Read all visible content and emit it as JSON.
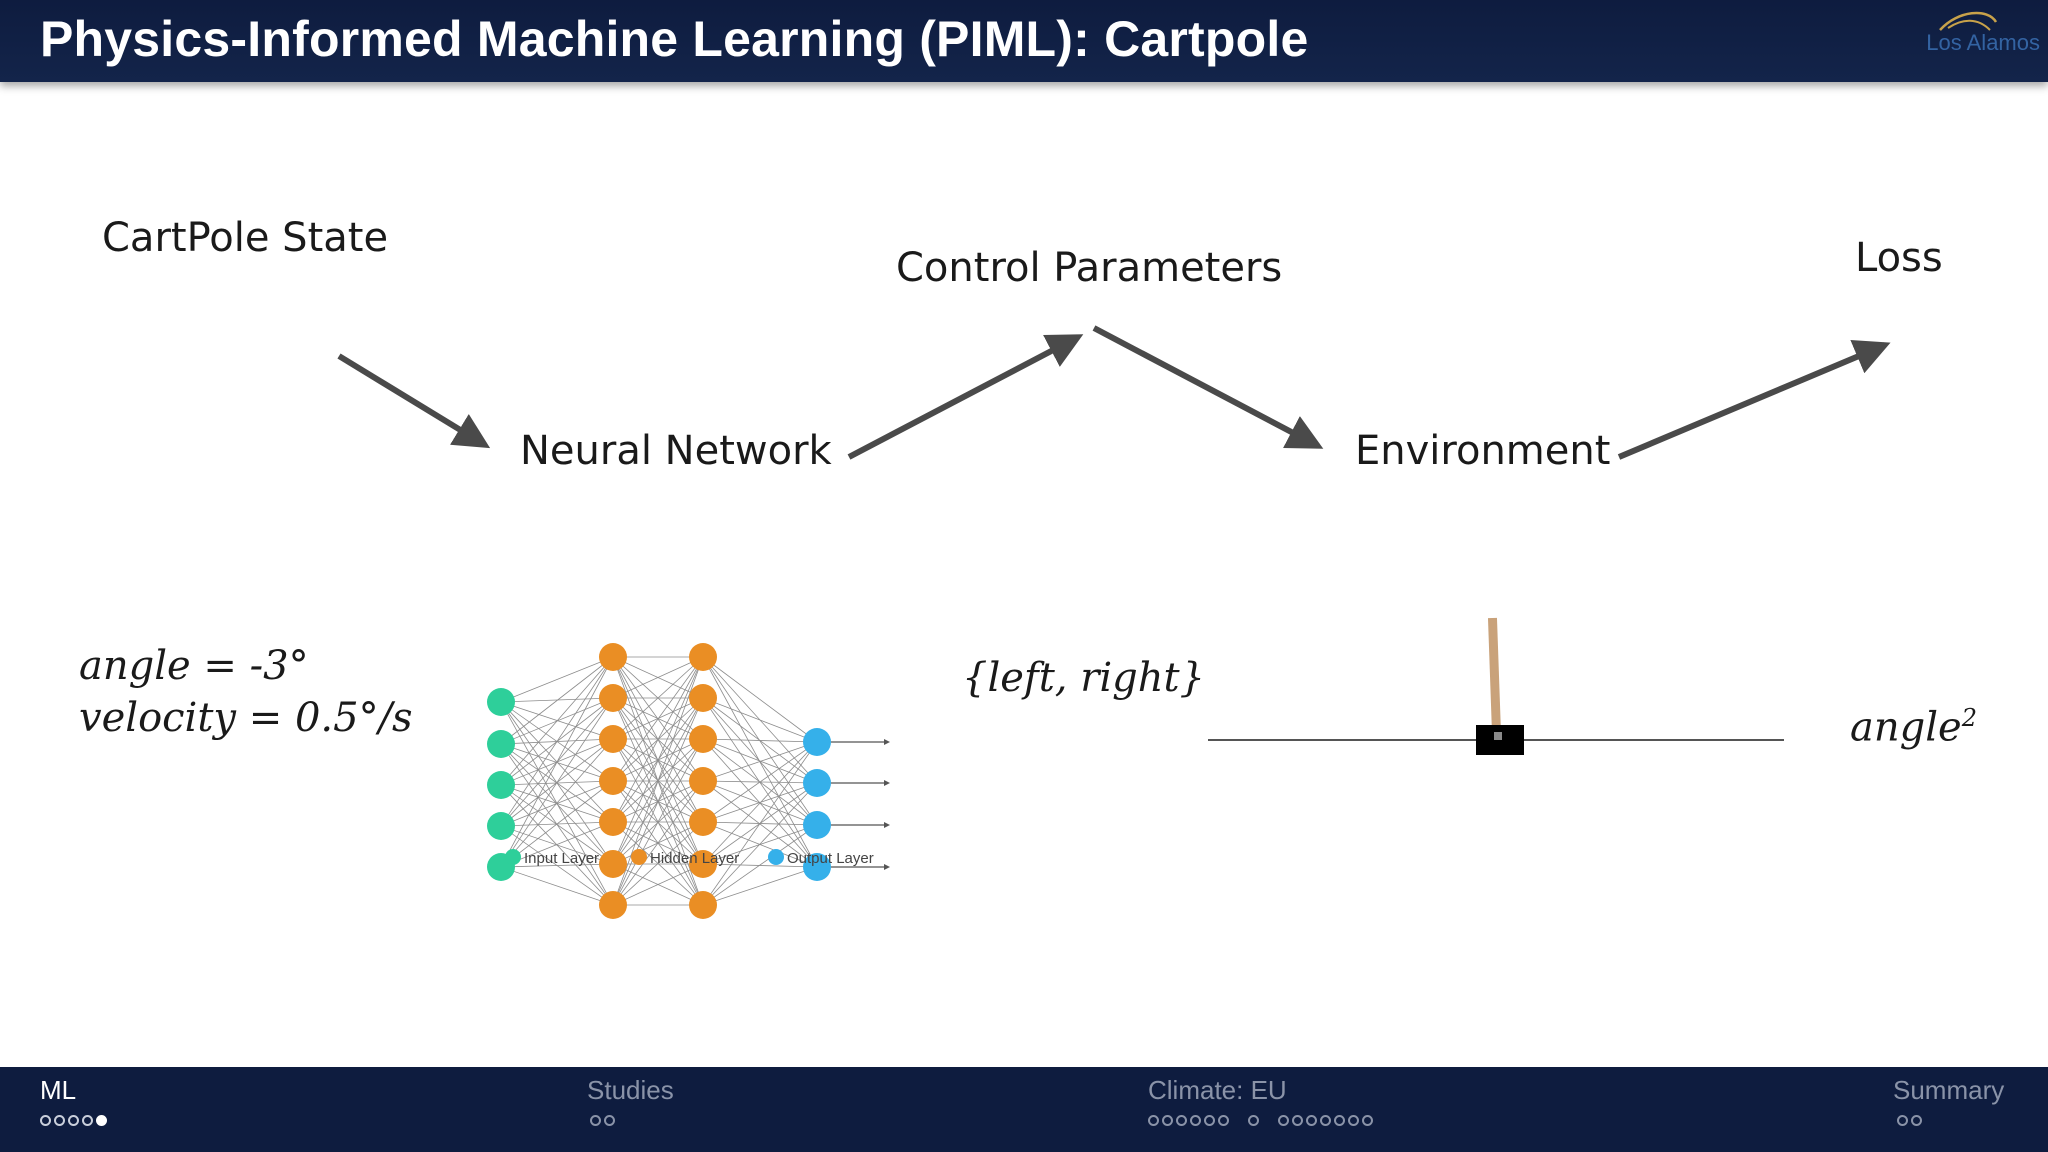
{
  "header": {
    "title": "Physics-Informed Machine Learning (PIML): Cartpole",
    "logo_text": "Los Alamos"
  },
  "diagram": {
    "state_label": "CartPole State",
    "network_label": "Neural Network",
    "control_label": "Control Parameters",
    "environment_label": "Environment",
    "loss_label": "Loss",
    "state_values": [
      "angle = -3°",
      "velocity = 0.5°/s"
    ],
    "actions": "{left, right}",
    "loss_expr": "angle",
    "loss_exponent": "2",
    "nn_legend": {
      "input": "Input Layer",
      "hidden": "Hidden Layer",
      "output": "Output Layer"
    }
  },
  "colors": {
    "header_bg": "#0e1c3f",
    "arrow": "#4a4a4a",
    "input_node": "#2ecf9a",
    "hidden_node": "#ea8e24",
    "output_node": "#35b0ea",
    "pole": "#c9a27a",
    "cart": "#000000"
  },
  "footer": {
    "sections": [
      {
        "label": "ML",
        "active": true,
        "dots": 5,
        "filled_index": 4
      },
      {
        "label": "Studies",
        "active": false,
        "dots": 2
      },
      {
        "label": "Climate: EU",
        "active": false,
        "dot_groups": [
          6,
          1,
          7
        ]
      },
      {
        "label": "Summary",
        "active": false,
        "dots": 2
      }
    ]
  }
}
